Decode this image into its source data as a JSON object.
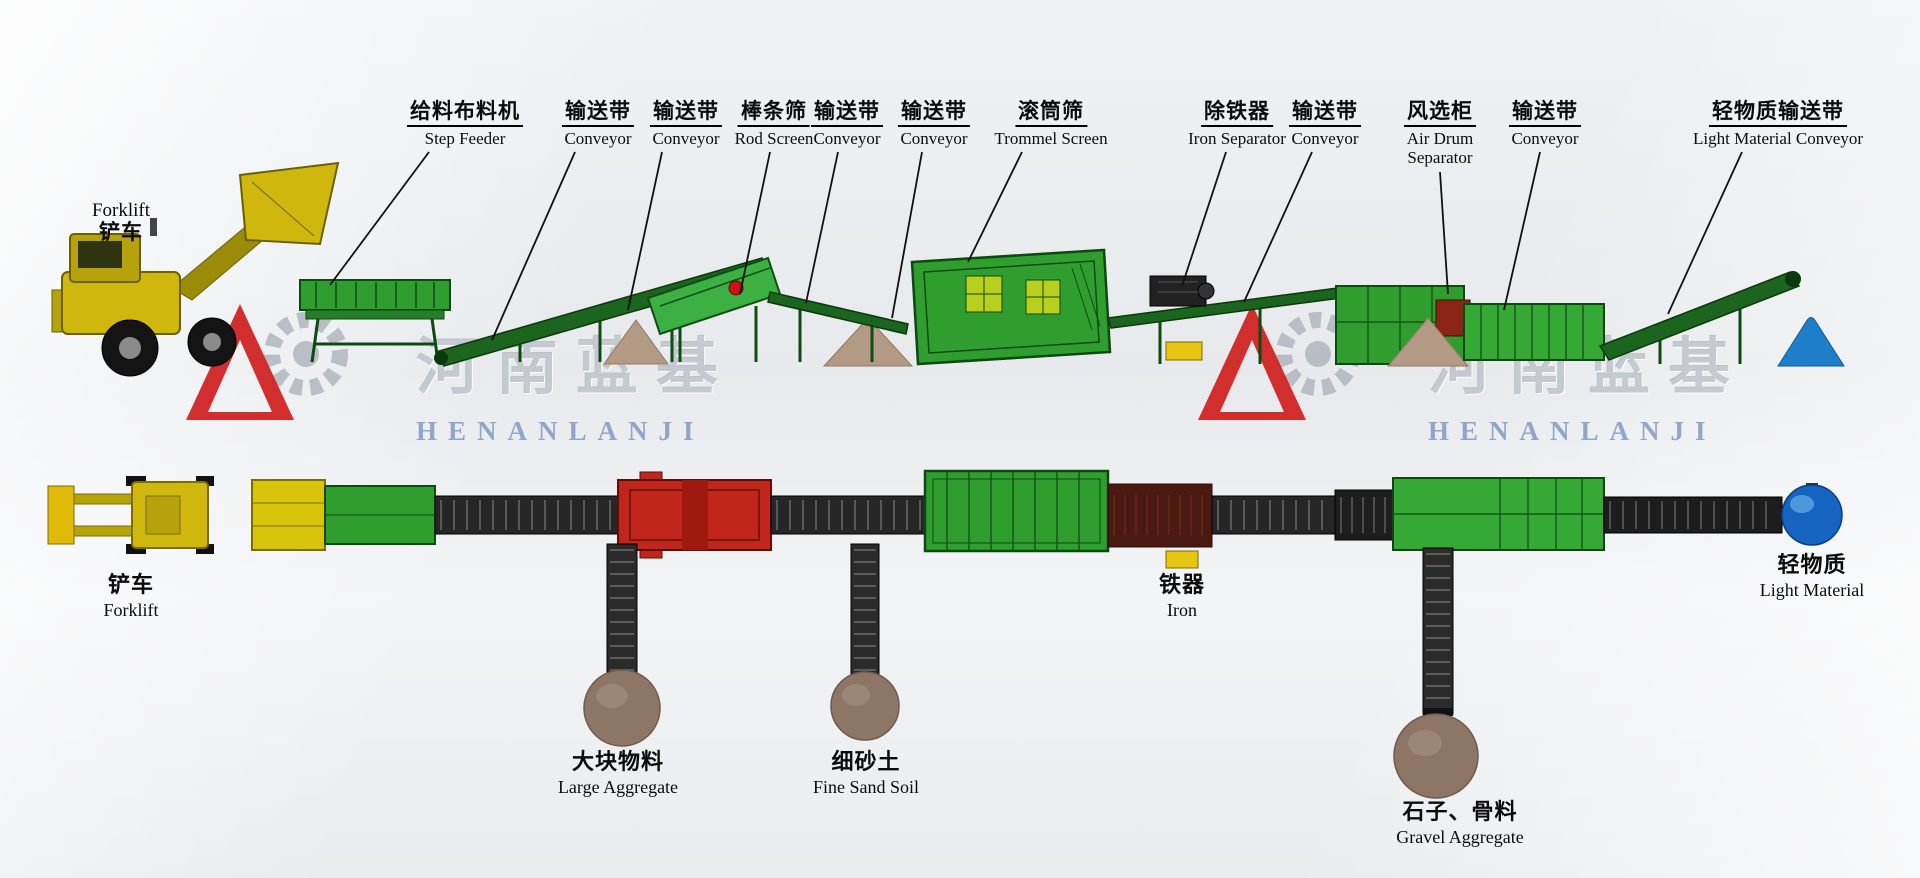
{
  "watermark": {
    "cn": "河南蓝基",
    "en": "HENANLANJI"
  },
  "labels": {
    "forklift_top": {
      "en": "Forklift",
      "cn": "铲车"
    },
    "top": [
      {
        "id": "step-feeder",
        "cn": "给料布料机",
        "en": "Step Feeder"
      },
      {
        "id": "conveyor-1",
        "cn": "输送带",
        "en": "Conveyor"
      },
      {
        "id": "conveyor-2",
        "cn": "输送带",
        "en": "Conveyor"
      },
      {
        "id": "rod-screen",
        "cn": "棒条筛",
        "en": "Rod Screen"
      },
      {
        "id": "conveyor-3",
        "cn": "输送带",
        "en": "Conveyor"
      },
      {
        "id": "conveyor-4",
        "cn": "输送带",
        "en": "Conveyor"
      },
      {
        "id": "trommel-screen",
        "cn": "滚筒筛",
        "en": "Trommel Screen"
      },
      {
        "id": "iron-separator",
        "cn": "除铁器",
        "en": "Iron Separator"
      },
      {
        "id": "conveyor-5",
        "cn": "输送带",
        "en": "Conveyor"
      },
      {
        "id": "air-drum-separator",
        "cn": "风选柜",
        "en": "Air Drum Separator"
      },
      {
        "id": "conveyor-6",
        "cn": "输送带",
        "en": "Conveyor"
      },
      {
        "id": "light-material-conveyor",
        "cn": "轻物质输送带",
        "en": "Light Material Conveyor"
      }
    ],
    "bottom": [
      {
        "id": "forklift",
        "cn": "铲车",
        "en": "Forklift"
      },
      {
        "id": "large-aggregate",
        "cn": "大块物料",
        "en": "Large Aggregate"
      },
      {
        "id": "fine-sand-soil",
        "cn": "细砂土",
        "en": "Fine Sand Soil"
      },
      {
        "id": "iron",
        "cn": "铁器",
        "en": "Iron"
      },
      {
        "id": "gravel-aggregate",
        "cn": "石子、骨料",
        "en": "Gravel Aggregate"
      },
      {
        "id": "light-material",
        "cn": "轻物质",
        "en": "Light Material"
      }
    ]
  },
  "colors": {
    "machine_green": "#2f9e2f",
    "belt_dark": "#262626",
    "forklift_yellow": "#cfb70d",
    "rod_screen_red": "#c0261c",
    "pile_tan": "#b39a84",
    "pile_brown": "#8d7666",
    "light_material_blue": "#1f7ec9",
    "iron_yellow": "#e6c613",
    "watermark_blue": "#7692be",
    "logo_red": "#cf1d1d"
  }
}
